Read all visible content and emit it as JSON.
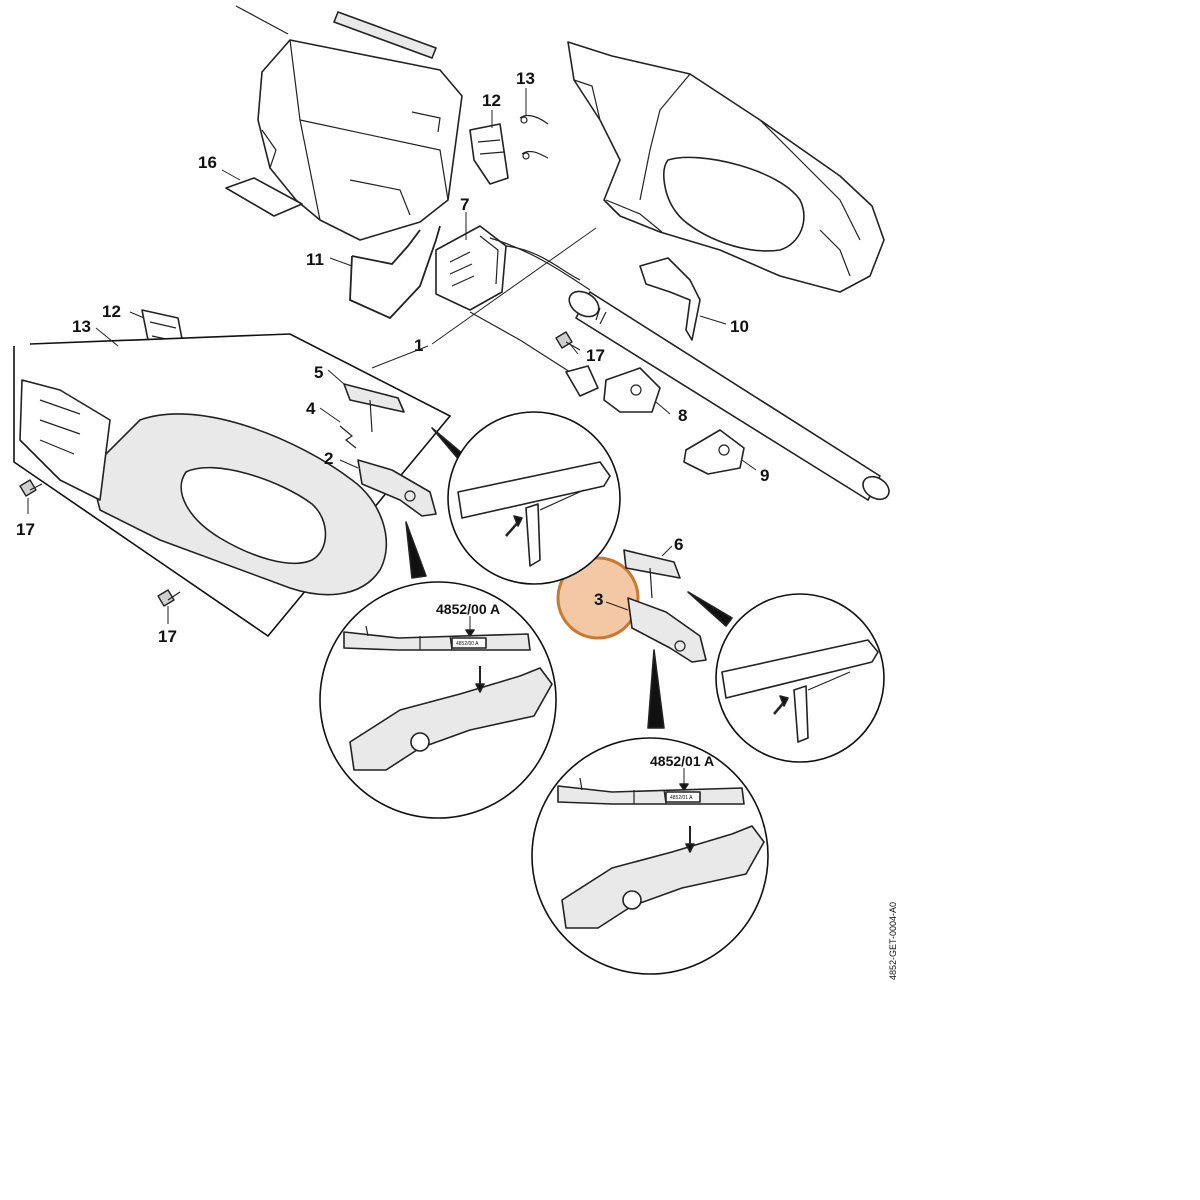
{
  "labels": {
    "p1": "1",
    "p2": "2",
    "p3": "3",
    "p4": "4",
    "p5": "5",
    "p6": "6",
    "p7": "7",
    "p8": "8",
    "p9": "9",
    "p10": "10",
    "p11": "11",
    "p12a": "12",
    "p12b": "12",
    "p13a": "13",
    "p13b": "13",
    "p16": "16",
    "p17a": "17",
    "p17b": "17",
    "p17c": "17"
  },
  "codes": {
    "code_a": "4852/00 A",
    "code_a_small": "4852/00 A",
    "code_b": "4852/01 A",
    "code_b_small": "4852/01 A"
  },
  "doc_id": "4852-GET-0004-A0",
  "colors": {
    "highlight_fill": "#f4c8a4",
    "highlight_stroke": "#c97a30",
    "ink": "#222222"
  }
}
